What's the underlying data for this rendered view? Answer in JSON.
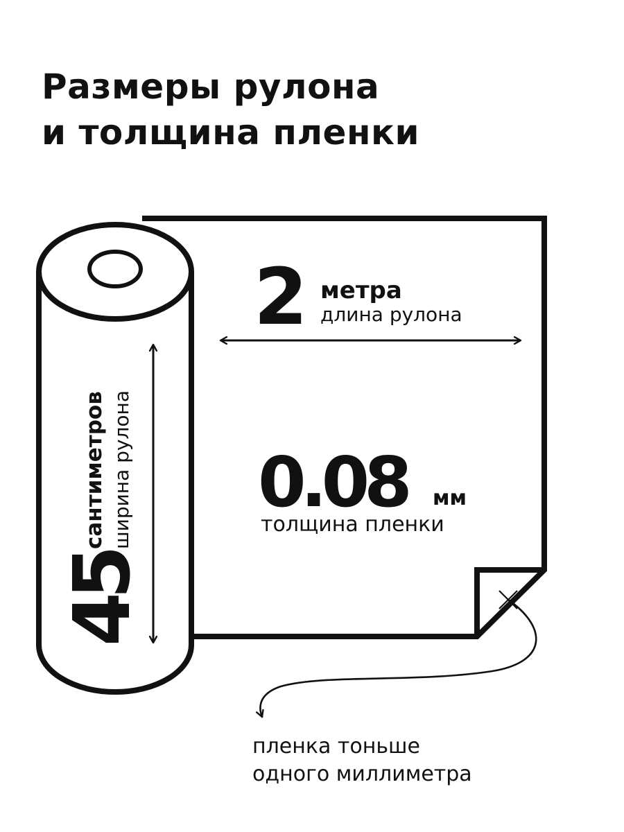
{
  "title": {
    "line1": "Размеры рулона",
    "line2": "и толщина пленки"
  },
  "length": {
    "value": "2",
    "unit": "метра",
    "label": "длина рулона"
  },
  "width": {
    "value": "45",
    "unit": "сантиметров",
    "label": "ширина рулона"
  },
  "thickness": {
    "value": "0.08",
    "unit": "мм",
    "label": "толщина пленки"
  },
  "note": {
    "line1": "пленка тоньше",
    "line2": "одного миллиметра"
  },
  "colors": {
    "ink": "#111111",
    "background": "#ffffff"
  }
}
